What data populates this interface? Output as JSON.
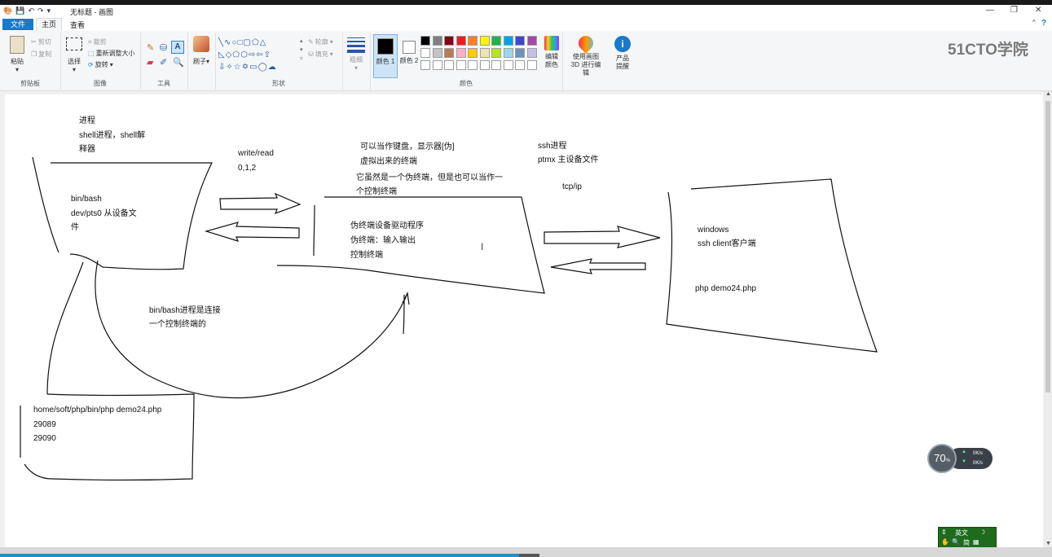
{
  "window": {
    "title": "无标题 - 画图"
  },
  "tabs": {
    "file": "文件",
    "home": "主页",
    "view": "查看"
  },
  "clipboard": {
    "paste": "粘贴",
    "cut": "剪切",
    "copy": "复制",
    "label": "剪贴板"
  },
  "image": {
    "select": "选择",
    "crop": "裁剪",
    "resize": "重新调整大小",
    "rotate": "旋转",
    "label": "图像"
  },
  "tools": {
    "label": "工具"
  },
  "brushes": {
    "label": "刷子"
  },
  "shapes": {
    "outline": "轮廓",
    "fill": "填充",
    "label": "形状"
  },
  "size": {
    "label": "粗细"
  },
  "colors": {
    "color1": "颜色 1",
    "color2": "颜色 2",
    "edit": "编辑颜色",
    "label": "颜色",
    "palette_row1": [
      "#000000",
      "#7f7f7f",
      "#880015",
      "#ed1c24",
      "#ff7f27",
      "#fff200",
      "#22b14c",
      "#00a2e8",
      "#3f48cc",
      "#a349a4"
    ],
    "palette_row2": [
      "#ffffff",
      "#c3c3c3",
      "#b97a57",
      "#ffaec9",
      "#ffc90e",
      "#efe4b0",
      "#b5e61d",
      "#99d9ea",
      "#7092be",
      "#c8bfe7"
    ]
  },
  "paint3d": {
    "label": "使用画图 3D 进行编辑"
  },
  "product_alert": {
    "label": "产品提醒"
  },
  "brand": {
    "logo": "51CTO学院"
  },
  "canvas_notes": {
    "n1": "进程",
    "n2": "shell进程，shell解",
    "n3": "释器",
    "n4": "write/read",
    "n5": "0,1,2",
    "n6": "可以当作键盘，显示器[伪]",
    "n7": "虚拟出来的终端",
    "n8": "它虽然是一个伪终端，但是也可以当作一",
    "n9": "个控制终端",
    "n10": "ssh进程",
    "n11": "ptmx 主设备文件",
    "n12": "tcp/ip",
    "n13": "bin/bash",
    "n14": "dev/pts0 从设备文",
    "n15": "件",
    "n16": "伪终端设备驱动程序",
    "n17": "伪终端：输入输出",
    "n18": "控制终端",
    "n19": "windows",
    "n20": "ssh client客户端",
    "n21": "php demo24.php",
    "n22": "bin/bash进程是连接",
    "n23": "一个控制终端的",
    "n24": "home/soft/php/bin/php demo24.php",
    "n25": "29089",
    "n26": "29090"
  },
  "net_monitor": {
    "percent": "70",
    "unit": "%",
    "up": "0K/s",
    "down": "0K/s"
  },
  "ime": {
    "mode": "英文"
  }
}
